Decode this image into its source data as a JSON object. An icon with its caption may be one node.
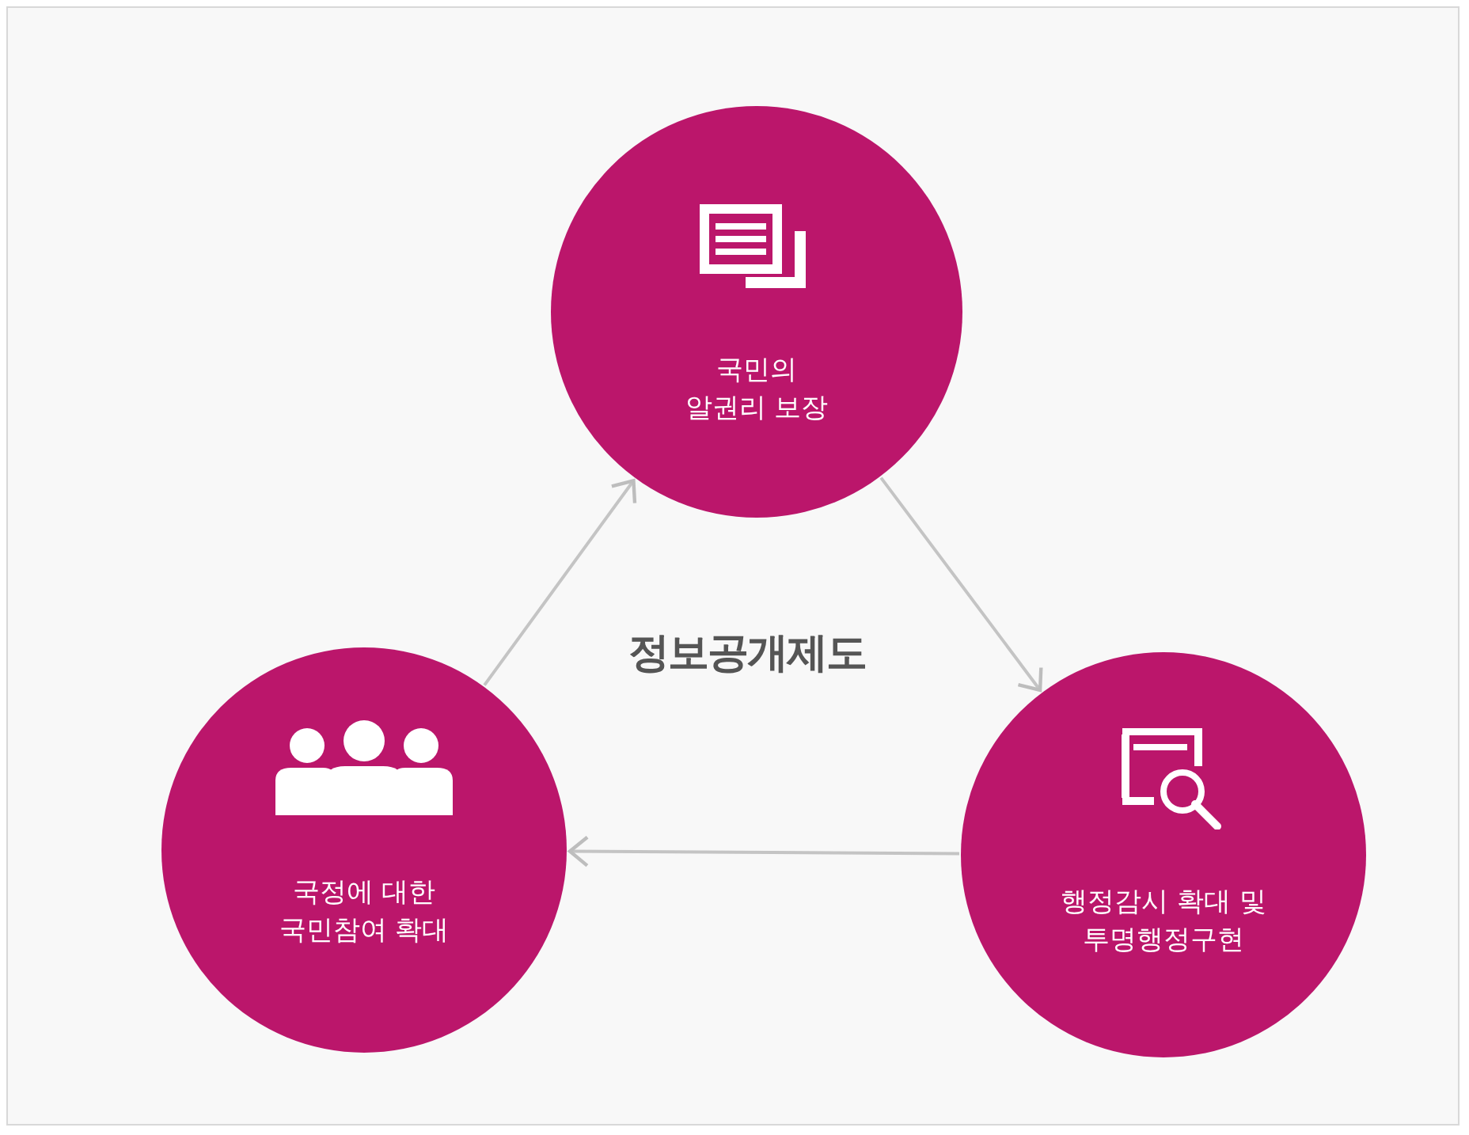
{
  "diagram": {
    "nodes": [
      {
        "text": [
          "국민의 알권리 보장"
        ]
      },
      {
        "text": [
          "국정에 대한 국민참여 확대"
        ]
      },
      {
        "text": [
          "행정감시 확대 및 투명행정구현"
        ]
      }
    ],
    "edges": [
      {
        "from": 1,
        "to": 0,
        "arrow": "to"
      },
      {
        "from": 0,
        "to": 2,
        "arrow": "to"
      },
      {
        "from": 2,
        "to": 1,
        "arrow": "to"
      }
    ],
    "labels": [
      "정보공개제도"
    ]
  }
}
